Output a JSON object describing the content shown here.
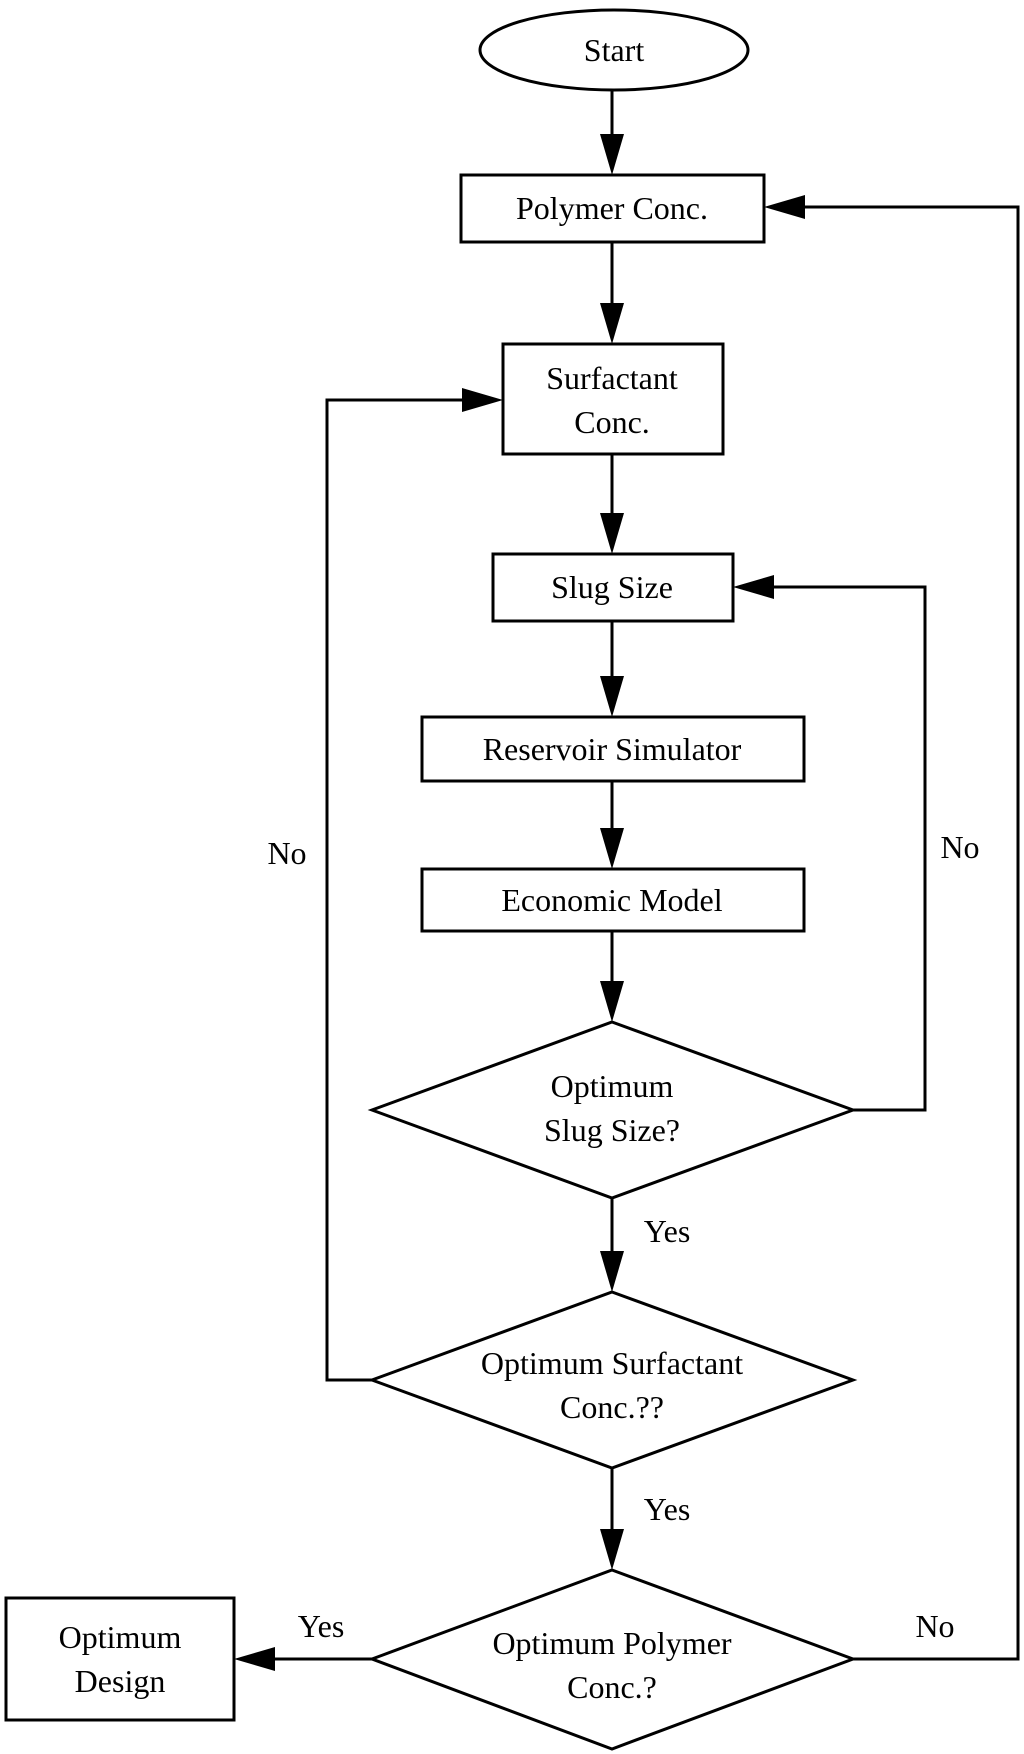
{
  "nodes": {
    "start": "Start",
    "polymer_conc": "Polymer Conc.",
    "surfactant_conc": [
      "Surfactant",
      "Conc."
    ],
    "slug_size": "Slug Size",
    "reservoir_simulator": "Reservoir Simulator",
    "economic_model": "Economic Model",
    "optimum_slug_size": [
      "Optimum",
      "Slug Size?"
    ],
    "optimum_surfactant_conc": [
      "Optimum Surfactant",
      "Conc.??"
    ],
    "optimum_polymer_conc": [
      "Optimum Polymer",
      "Conc.?"
    ],
    "optimum_design": [
      "Optimum",
      "Design"
    ]
  },
  "edge_labels": {
    "slug_no": "No",
    "slug_yes": "Yes",
    "surfactant_no": "No",
    "surfactant_yes": "Yes",
    "polymer_no": "No",
    "polymer_yes": "Yes"
  },
  "colors": {
    "stroke": "#000000",
    "background": "#ffffff"
  }
}
